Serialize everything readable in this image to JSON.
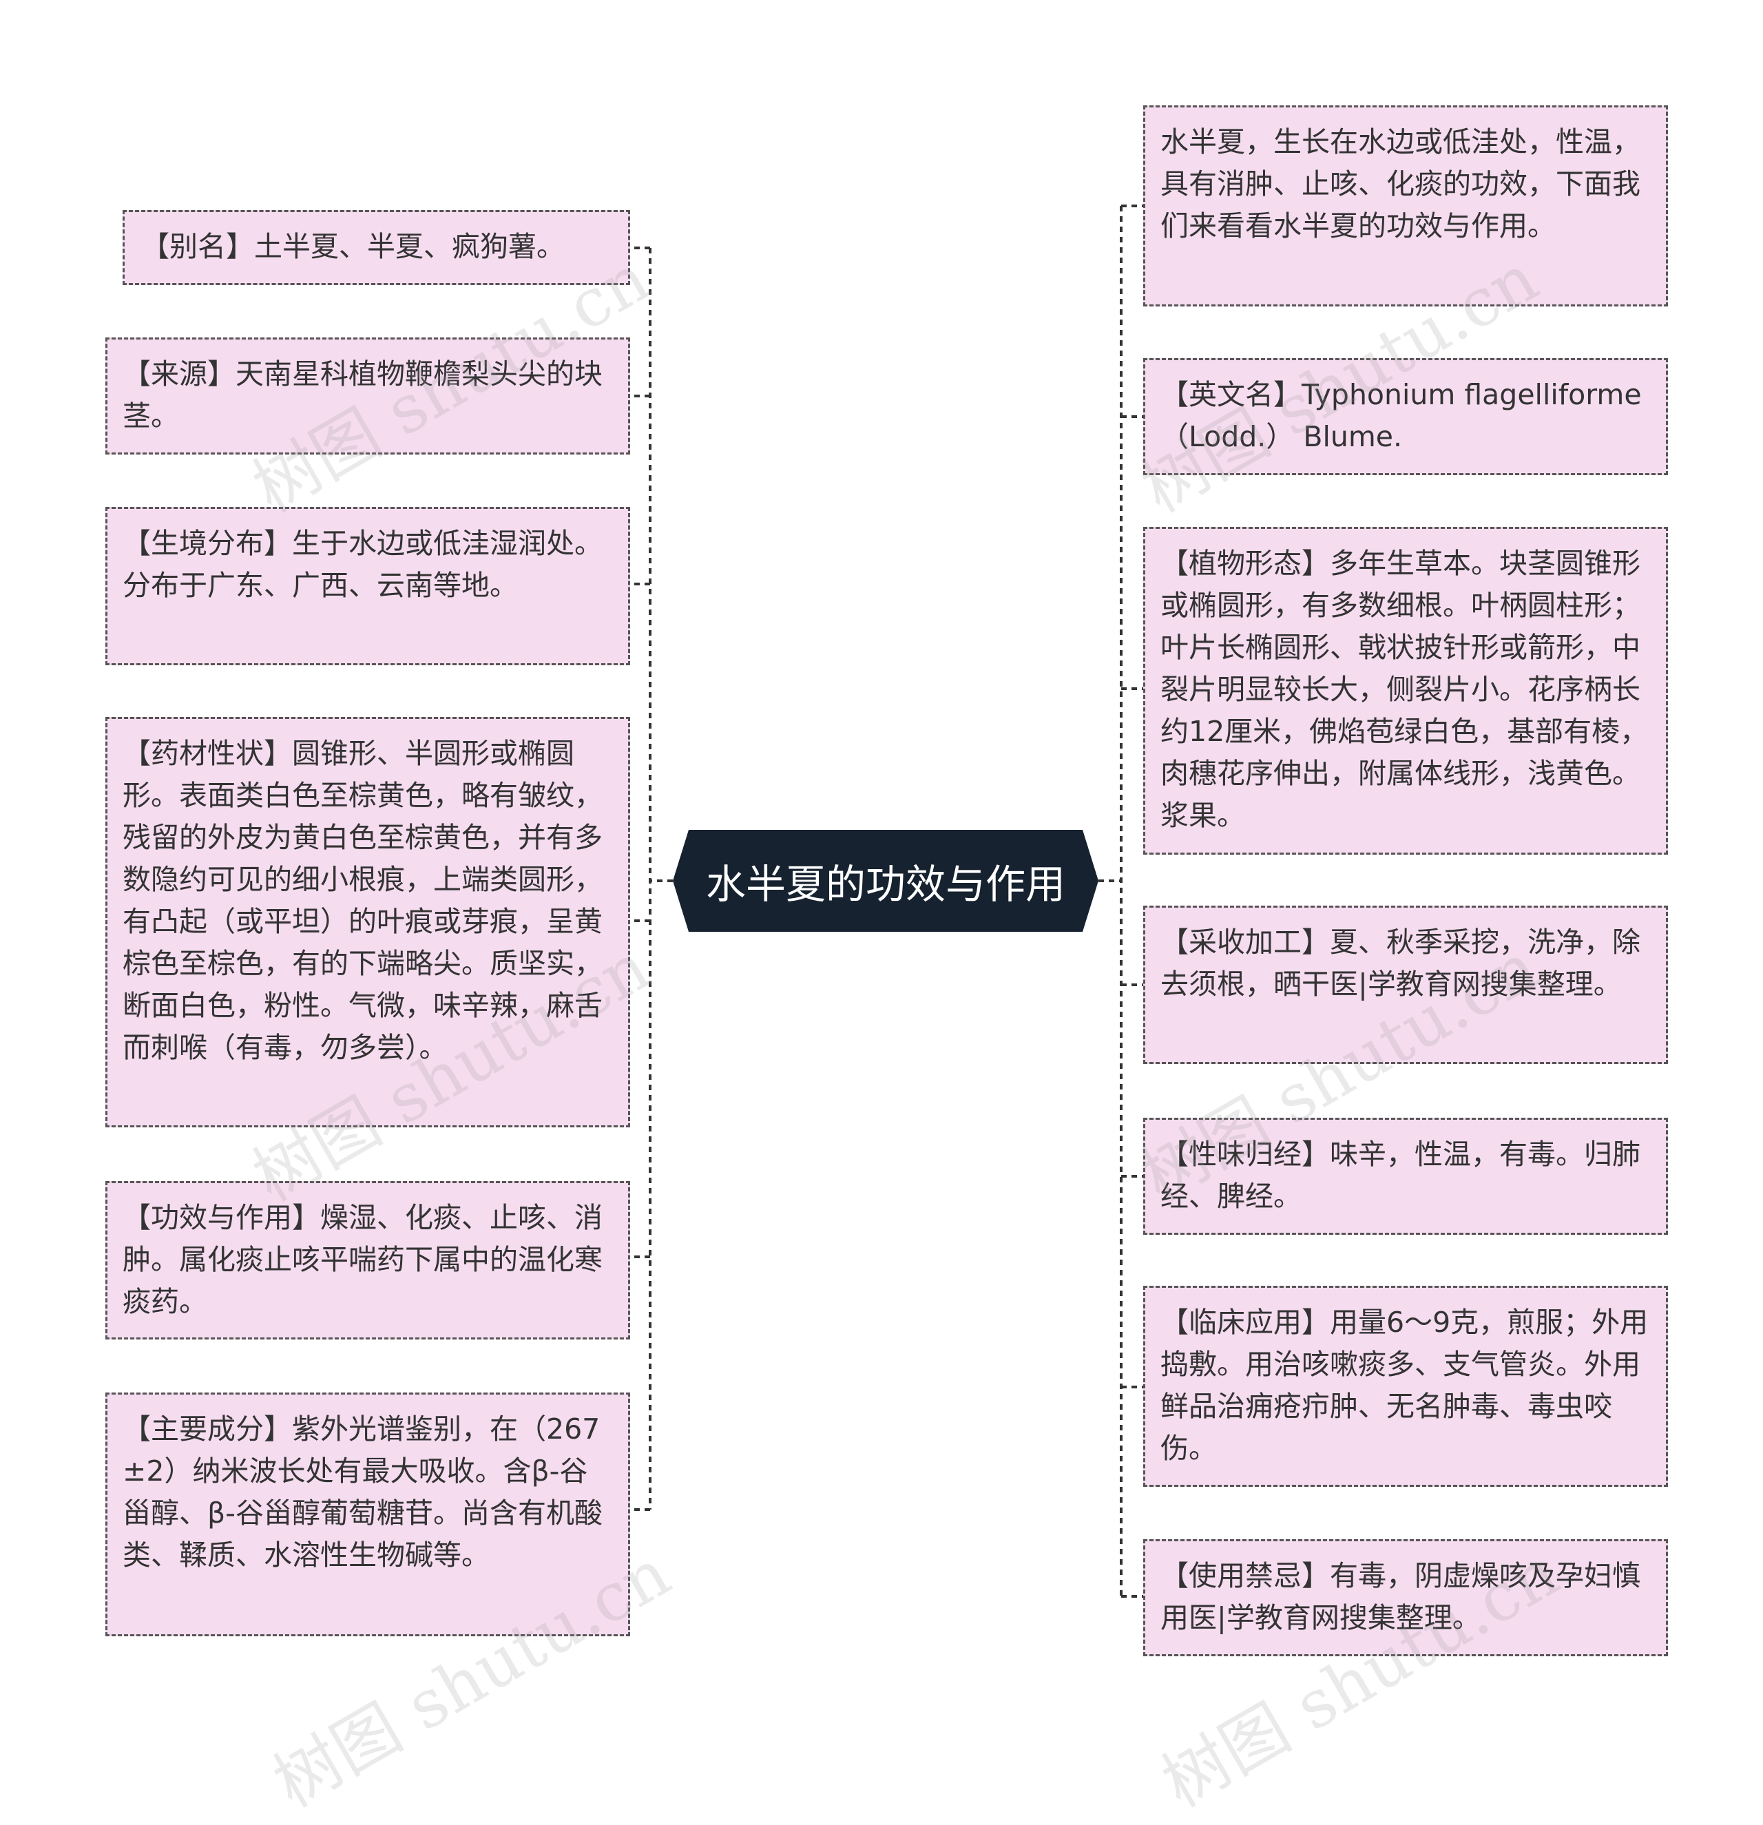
{
  "root": {
    "title": "水半夏的功效与作用"
  },
  "watermark": "树图 shutu.cn",
  "left_nodes": [
    {
      "text": "【别名】土半夏、半夏、疯狗薯。"
    },
    {
      "text": "【来源】天南星科植物鞭檐梨头尖的块茎。"
    },
    {
      "text": "【生境分布】生于水边或低洼湿润处。分布于广东、广西、云南等地。"
    },
    {
      "text": "【药材性状】圆锥形、半圆形或椭圆形。表面类白色至棕黄色，略有皱纹，残留的外皮为黄白色至棕黄色，并有多数隐约可见的细小根痕，上端类圆形，有凸起（或平坦）的叶痕或芽痕，呈黄棕色至棕色，有的下端略尖。质坚实，断面白色，粉性。气微，味辛辣，麻舌而刺喉（有毒，勿多尝）。"
    },
    {
      "text": "【功效与作用】燥湿、化痰、止咳、消肿。属化痰止咳平喘药下属中的温化寒痰药。"
    },
    {
      "text": "【主要成分】紫外光谱鉴别，在（267±2）纳米波长处有最大吸收。含β-谷甾醇、β-谷甾醇葡萄糖苷。尚含有机酸类、鞣质、水溶性生物碱等。"
    }
  ],
  "right_nodes": [
    {
      "text": "水半夏，生长在水边或低洼处，性温，具有消肿、止咳、化痰的功效，下面我们来看看水半夏的功效与作用。"
    },
    {
      "text": "【英文名】Typhonium flagelliforme （Lodd.） Blume."
    },
    {
      "text": "【植物形态】多年生草本。块茎圆锥形或椭圆形，有多数细根。叶柄圆柱形；叶片长椭圆形、戟状披针形或箭形，中裂片明显较长大，侧裂片小。花序柄长约12厘米，佛焰苞绿白色，基部有棱，肉穗花序伸出，附属体线形，浅黄色。浆果。"
    },
    {
      "text": "【采收加工】夏、秋季采挖，洗净，除去须根，晒干医|学教育网搜集整理。"
    },
    {
      "text": "【性味归经】味辛，性温，有毒。归肺经、脾经。"
    },
    {
      "text": "【临床应用】用量6～9克，煎服；外用捣敷。用治咳嗽痰多、支气管炎。外用鲜品治痈疮疖肿、无名肿毒、毒虫咬伤。"
    },
    {
      "text": "【使用禁忌】有毒，阴虚燥咳及孕妇慎用医|学教育网搜集整理。"
    }
  ]
}
